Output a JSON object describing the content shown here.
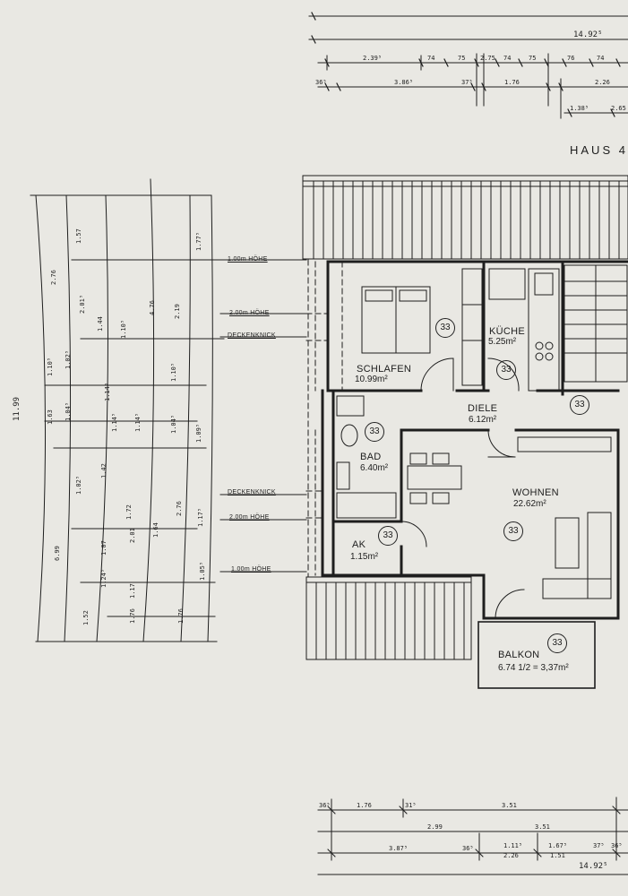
{
  "title": "HAUS 4",
  "rooms": {
    "schlafen": {
      "name": "SCHLAFEN",
      "area": "10.99m²"
    },
    "kueche": {
      "name": "KÜCHE",
      "area": "5.25m²"
    },
    "diele": {
      "name": "DIELE",
      "area": "6.12m²"
    },
    "bad": {
      "name": "BAD",
      "area": "6.40m²"
    },
    "wohnen": {
      "name": "WOHNEN",
      "area": "22.62m²"
    },
    "ak": {
      "name": "AK",
      "area": "1.15m²"
    },
    "balkon": {
      "name": "BALKON",
      "area": "6.74 1/2 = 3,37m²"
    }
  },
  "unit_tag": "33",
  "height_markers": {
    "top": [
      "1.00m HÖHE",
      "2.00m HÖHE",
      "DECKENKNICK"
    ],
    "bottom": [
      "DECKENKNICK",
      "2.00m HÖHE",
      "1.00m HÖHE"
    ]
  },
  "top_dims": {
    "overall": "14.92⁵",
    "row1": [
      "2.39⁵",
      "74",
      "75",
      "2.75",
      "74",
      "75",
      "76",
      "74"
    ],
    "row2": [
      "36⁵",
      "3.86⁵",
      "37⁵",
      "1.76",
      "2.26"
    ],
    "row3": [
      "1.38⁵",
      "2.65"
    ]
  },
  "bottom_dims": {
    "row1": [
      "36⁵",
      "1.76",
      "31⁵",
      "3.51"
    ],
    "row2": [
      "2.99",
      "3.51"
    ],
    "row3": [
      "3.87⁵",
      "36⁵",
      "1.11⁵",
      "2.26",
      "1.67⁵",
      "1.51",
      "37⁵",
      "36⁵"
    ],
    "overall": "14.92⁵"
  },
  "left_dims": {
    "overall": "11.99",
    "col1": [
      "2.76",
      "1.10⁵",
      "1.63",
      "6.99",
      "1.52"
    ],
    "col2": [
      "1.57",
      "2.01⁵",
      "1.02⁵",
      "1.04⁵",
      "1.02⁵",
      "1.76"
    ],
    "col3": [
      "1.44",
      "1.42",
      "1.72",
      "1.07",
      "2.01",
      "1.17"
    ],
    "col4": [
      "1.10⁵",
      "1.14⁵",
      "1.14⁵",
      "1.14⁵",
      "1.64",
      "1.24⁵"
    ],
    "col5": [
      "4.76",
      "1.10⁵",
      "1.04⁵",
      "1.76"
    ],
    "col6": [
      "1.77⁵",
      "2.19",
      "1.09⁵",
      "2.76",
      "1.17⁵",
      "1.05⁵"
    ]
  }
}
